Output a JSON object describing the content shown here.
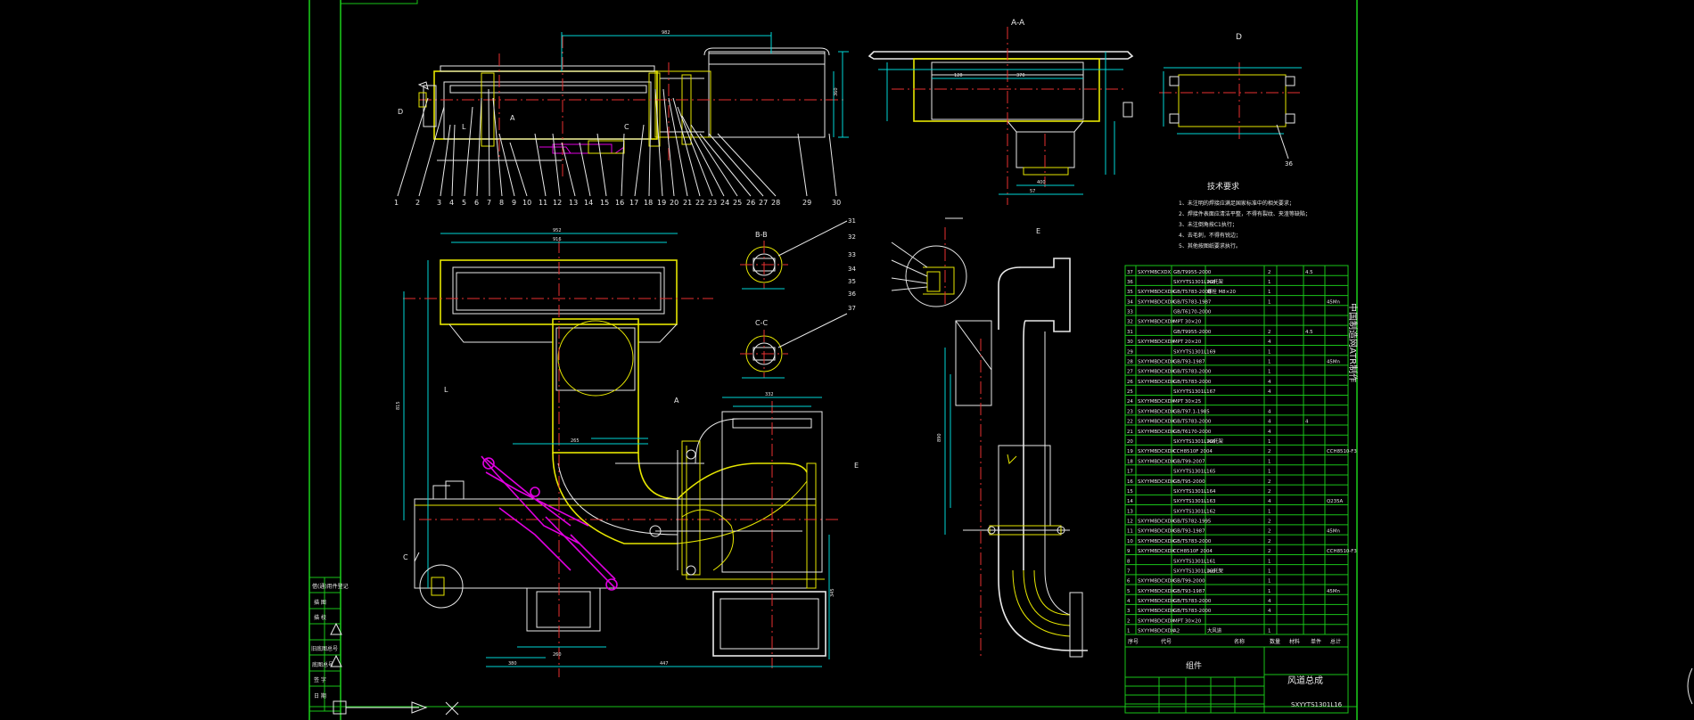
{
  "title_block": {
    "name": "风道总成",
    "assembly_label": "组件",
    "drawing_number": "SXYYTS1301L16"
  },
  "side_stamp": "中国制造网ATR制作",
  "view_labels": {
    "aa": "A-A",
    "d": "D",
    "bb": "B-B",
    "cc": "C-C",
    "e": "E",
    "l_marker": "L",
    "c_marker": "C",
    "a_marker": "A"
  },
  "tech_requirements": {
    "heading": "技术要求",
    "items": [
      "1、未注明的焊接应满足国家标准中的相关要求；",
      "2、焊接件表面应清洁平整，不得有裂纹、夹渣等缺陷；",
      "3、未注倒角按C1执行；",
      "4、去毛刺，不得有锐边；",
      "5、其他按图纸要求执行。"
    ]
  },
  "balloons_top": [
    "1",
    "2",
    "3",
    "4",
    "5",
    "6",
    "7",
    "8",
    "9",
    "10",
    "11",
    "12",
    "13",
    "14",
    "15",
    "16",
    "17",
    "18",
    "19",
    "20",
    "21",
    "22",
    "23",
    "24",
    "25",
    "26",
    "27",
    "28",
    "29",
    "30"
  ],
  "balloons_right": [
    "31",
    "32",
    "33",
    "34",
    "35",
    "36",
    "37"
  ],
  "bom_rows": [
    [
      "37",
      "SXYYMBCXDX",
      "GB/T9955-2000",
      "",
      "2",
      "",
      "4.5",
      ""
    ],
    [
      "36",
      "",
      "SXYYTS1301L168",
      "A2托架",
      "1",
      "",
      "",
      ""
    ],
    [
      "35",
      "SXYYMBDCXDX",
      "GB/T5783-2000",
      "螺栓 M8×20",
      "1",
      "",
      "",
      ""
    ],
    [
      "34",
      "SXYYMBDCXDX",
      "GB/T5783-1987",
      "",
      "1",
      "",
      "",
      "45Mn"
    ],
    [
      "33",
      "",
      "GB/T6170-2000",
      "",
      "",
      "",
      "",
      ""
    ],
    [
      "32",
      "SXYYMBDCXDX",
      "MPT 30×20",
      "",
      "",
      "",
      "",
      ""
    ],
    [
      "31",
      "",
      "GB/T9955-2000",
      "",
      "2",
      "",
      "4.5",
      ""
    ],
    [
      "30",
      "SXYYMBDCXDX",
      "MPT 20×20",
      "",
      "4",
      "",
      "",
      ""
    ],
    [
      "29",
      "",
      "SXYYTS1301L169",
      "",
      "1",
      "",
      "",
      ""
    ],
    [
      "28",
      "SXYYMBDCXDX",
      "GB/T93-1987",
      "",
      "1",
      "",
      "",
      "45Mn"
    ],
    [
      "27",
      "SXYYMBDCXDX",
      "GB/T5783-2000",
      "",
      "1",
      "",
      "",
      ""
    ],
    [
      "26",
      "SXYYMBDCXDX",
      "GB/T5783-2000",
      "",
      "4",
      "",
      "",
      ""
    ],
    [
      "25",
      "",
      "SXYYTS1301L167",
      "",
      "4",
      "",
      "",
      ""
    ],
    [
      "24",
      "SXYYMBDCXDX",
      "MPT 30×25",
      "",
      "",
      "",
      "",
      ""
    ],
    [
      "23",
      "SXYYMBDCXDX",
      "GB/T97.1-1985",
      "",
      "4",
      "",
      "",
      ""
    ],
    [
      "22",
      "SXYYMBDCXDX",
      "GB/T5783-2000",
      "",
      "4",
      "",
      "4",
      ""
    ],
    [
      "21",
      "SXYYMBDCXDX",
      "GB/T6170-2000",
      "",
      "4",
      "",
      "",
      ""
    ],
    [
      "20",
      "",
      "SXYYTS1301L166",
      "A2托架",
      "1",
      "",
      "",
      ""
    ],
    [
      "19",
      "SXYYMBDCXDX",
      "CCH8510F 2004",
      "",
      "2",
      "",
      "",
      "CCH8510-F3"
    ],
    [
      "18",
      "SXYYMBDCXDX",
      "GB/T99-2007",
      "",
      "1",
      "",
      "",
      ""
    ],
    [
      "17",
      "",
      "SXYYTS1301L165",
      "",
      "1",
      "",
      "",
      ""
    ],
    [
      "16",
      "SXYYMBDCXDX",
      "GB/T95-2000",
      "",
      "2",
      "",
      "",
      ""
    ],
    [
      "15",
      "",
      "SXYYTS1301L164",
      "",
      "2",
      "",
      "",
      ""
    ],
    [
      "14",
      "",
      "SXYYTS1301L163",
      "",
      "4",
      "",
      "",
      "Q235A"
    ],
    [
      "13",
      "",
      "SXYYTS1301L162",
      "",
      "1",
      "",
      "",
      ""
    ],
    [
      "12",
      "SXYYMBDCXDX",
      "GB/T5782-1995",
      "",
      "2",
      "",
      "",
      ""
    ],
    [
      "11",
      "SXYYMBDCXDX",
      "GB/T93-1987",
      "",
      "2",
      "",
      "",
      "45Mn"
    ],
    [
      "10",
      "SXYYMBDCXDX",
      "GB/T5783-2000",
      "",
      "2",
      "",
      "",
      ""
    ],
    [
      "9",
      "SXYYMBDCXDX",
      "CCH8510F 2004",
      "",
      "2",
      "",
      "",
      "CCH8510-F3"
    ],
    [
      "8",
      "",
      "SXYYTS1301L161",
      "",
      "1",
      "",
      "",
      ""
    ],
    [
      "7",
      "",
      "SXYYTS1301L160",
      "A2托架",
      "1",
      "",
      "",
      ""
    ],
    [
      "6",
      "SXYYMBDCXDX",
      "GB/T99-2000",
      "",
      "1",
      "",
      "",
      ""
    ],
    [
      "5",
      "SXYYMBDCXDX",
      "GB/T93-1987",
      "",
      "1",
      "",
      "",
      "45Mn"
    ],
    [
      "4",
      "SXYYMBDCXDX",
      "GB/T5783-2000",
      "",
      "4",
      "",
      "",
      ""
    ],
    [
      "3",
      "SXYYMBDCXDX",
      "GB/T5783-2000",
      "",
      "4",
      "",
      "",
      ""
    ],
    [
      "2",
      "SXYYMBDCXDX",
      "MPT 30×20",
      "",
      "",
      "",
      "",
      ""
    ],
    [
      "1",
      "SXYYMBDCXDX",
      "A2",
      "大风道",
      "1",
      "",
      "",
      ""
    ]
  ],
  "bom_header": [
    "序号",
    "代号",
    "",
    "名称",
    "数量",
    "材料",
    "单件",
    "总计"
  ],
  "left_strip_labels": [
    "借(通)用件登记",
    "",
    "描 图",
    "",
    "描 校",
    "",
    "旧底图总号",
    "",
    "底图总号",
    "",
    "签 字",
    "",
    "日 期"
  ]
}
